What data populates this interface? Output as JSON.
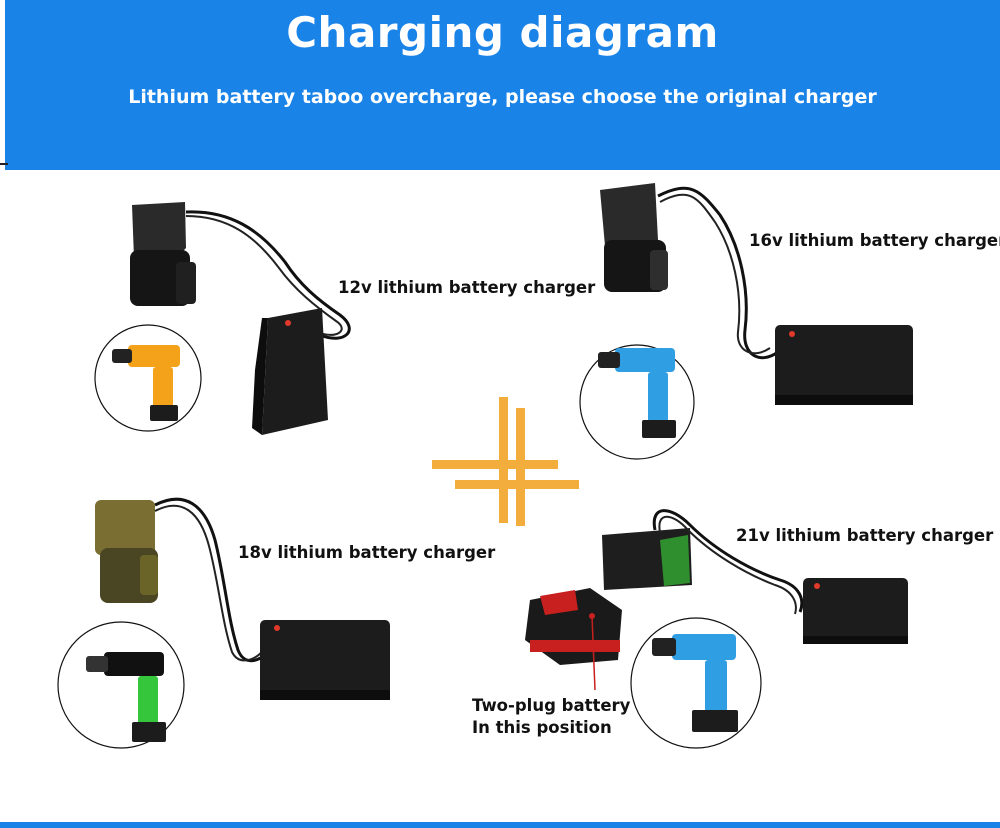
{
  "header": {
    "title": "Charging diagram",
    "subtitle": "Lithium battery taboo overcharge, please choose the original charger"
  },
  "chargers": [
    {
      "label": "12v lithium battery charger"
    },
    {
      "label": "16v lithium battery charger"
    },
    {
      "label": "18v lithium battery charger"
    },
    {
      "label": "21v lithium battery charger"
    }
  ],
  "note": {
    "line1": "Two-plug battery",
    "line2": "In this position"
  },
  "colors": {
    "banner": "#1a83e8",
    "cross": "#f3ad3c",
    "drill_orange": "#f4a21a",
    "drill_blue": "#2f9ee2",
    "drill_green": "#35c63c",
    "charger": "#1c1c1c"
  }
}
